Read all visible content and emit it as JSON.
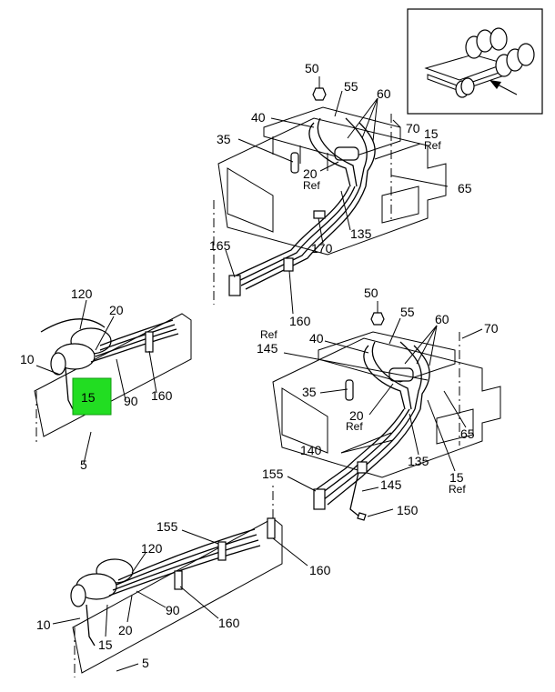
{
  "diagram": {
    "callouts": {
      "top": {
        "c50": "50",
        "c55": "55",
        "c60": "60",
        "c40": "40",
        "c70": "70",
        "c15": "15",
        "c15ref": "Ref",
        "c35": "35",
        "c20": "20",
        "c20ref": "Ref",
        "c65": "65",
        "c135": "135",
        "c170": "170",
        "c165": "165",
        "c160": "160"
      },
      "left": {
        "c120": "120",
        "c20": "20",
        "c10": "10",
        "c15": "15",
        "c90": "90",
        "c160": "160",
        "c5": "5"
      },
      "right": {
        "c50": "50",
        "c55": "55",
        "c60": "60",
        "c70": "70",
        "c40": "40",
        "c145ref": "Ref",
        "c145": "145",
        "c35": "35",
        "c20": "20",
        "c20ref": "Ref",
        "c65": "65",
        "c140": "140",
        "c135": "135",
        "c15": "15",
        "c15ref": "Ref",
        "c155": "155",
        "c145b": "145",
        "c150": "150"
      },
      "bottom": {
        "c155": "155",
        "c120": "120",
        "c160a": "160",
        "c90": "90",
        "c10": "10",
        "c20": "20",
        "c15": "15",
        "c160b": "160",
        "c5": "5"
      }
    },
    "highlight": {
      "label": "15",
      "color": "#22dd22"
    },
    "inset": {
      "arrow_icon": "arrow-left-icon"
    }
  }
}
